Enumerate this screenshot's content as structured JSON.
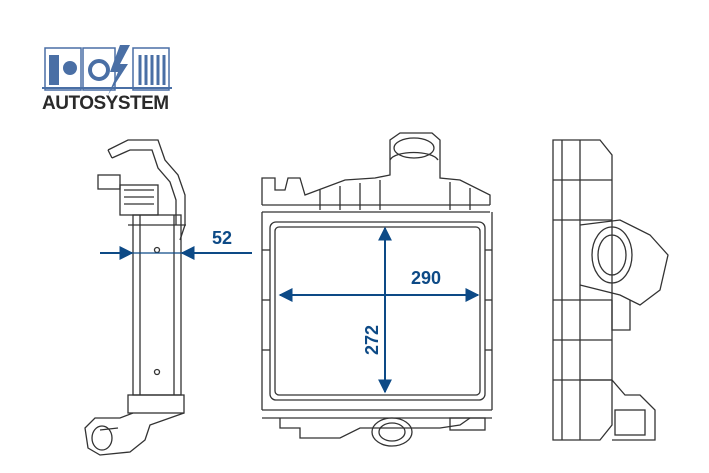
{
  "brand": {
    "name": "AUTOSYSTEM",
    "colors": {
      "logo_blue": "#4a6fa5",
      "text_dark": "#2a2a2a"
    }
  },
  "dimensions": {
    "depth": "52",
    "width": "290",
    "height": "272"
  },
  "colors": {
    "arrow": "#0d4a86",
    "outline": "#333333",
    "background": "#ffffff"
  }
}
